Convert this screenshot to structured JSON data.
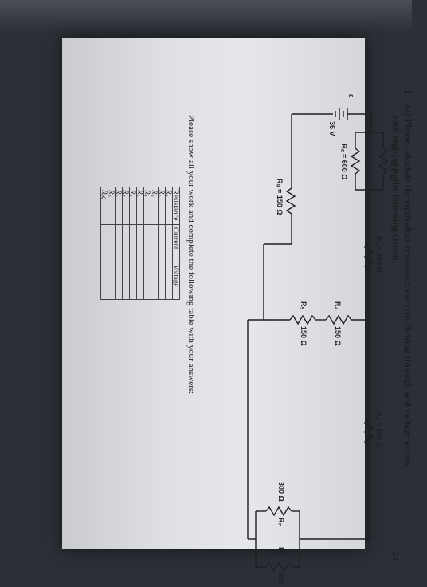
{
  "question": {
    "number": "1.",
    "line1": "(a) Please calculate the equivalent resistance, current flowing through and voltage across",
    "line2": "each resistor in the following circuit.",
    "points": "20"
  },
  "circuit": {
    "source_label": "36 V",
    "source_symbol": "ε",
    "resistors": {
      "r1": "R₁ = 400 Ω",
      "r2": "R₂ = 600 Ω",
      "r3": "R₃ = 260 Ω",
      "r4_name": "R₄",
      "r4_value": "150 Ω",
      "r5_name": "R₅",
      "r5_value": "150 Ω",
      "r6": "R₆ = 100 Ω",
      "r7_name": "R₇",
      "r7_value": "300 Ω",
      "r8_name": "R₈",
      "r8_value": "600 Ω",
      "r9": "R₉ = 150 Ω"
    }
  },
  "instruction": "Please show all your work and complete the following table with your answers:",
  "table": {
    "headers": [
      "Resistance",
      "Current",
      "Voltage"
    ],
    "rows": [
      "R₁",
      "R₂",
      "R₃",
      "R₄",
      "R₅",
      "R₆",
      "R₇",
      "R₈",
      "R₉",
      "Rₑq"
    ]
  }
}
